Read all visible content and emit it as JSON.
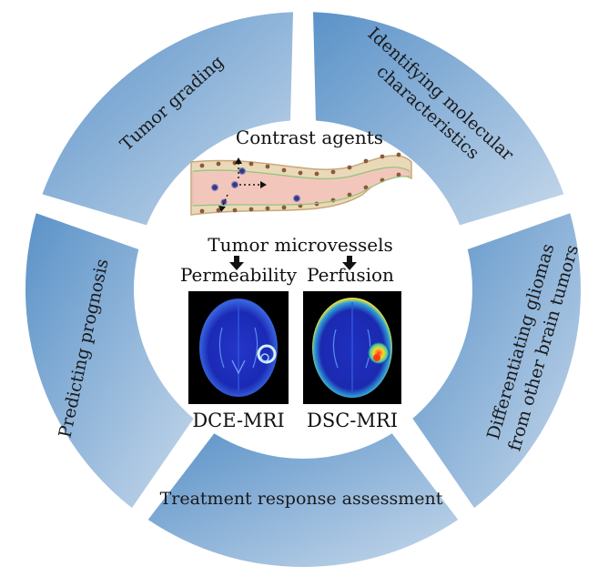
{
  "segments": [
    {
      "id": "tumor-grading",
      "label": "Tumor grading"
    },
    {
      "id": "molecular",
      "label_line1": "Identifying molecular",
      "label_line2": "characteristics"
    },
    {
      "id": "differentiating",
      "label_line1": "Differentiating gliomas",
      "label_line2": "from other brain tumors"
    },
    {
      "id": "treatment",
      "label": "Treatment response assessment"
    },
    {
      "id": "prognosis",
      "label": "Predicting prognosis"
    }
  ],
  "center": {
    "contrast_agents": "Contrast agents",
    "tumor_microvessels": "Tumor microvessels",
    "permeability": "Permeability",
    "perfusion": "Perfusion",
    "dce_mri": "DCE-MRI",
    "dsc_mri": "DSC-MRI"
  },
  "colors": {
    "segment_gradient_start": "#5b93c9",
    "segment_gradient_end": "#c4d7ea",
    "vessel_fill": "#f3c9bf",
    "vessel_wall": "#e8d6b4",
    "mri_background": "#000000",
    "mri_brain": "#1d2fc2"
  },
  "icons": [
    "down-arrow-icon",
    "down-arrow-icon"
  ]
}
